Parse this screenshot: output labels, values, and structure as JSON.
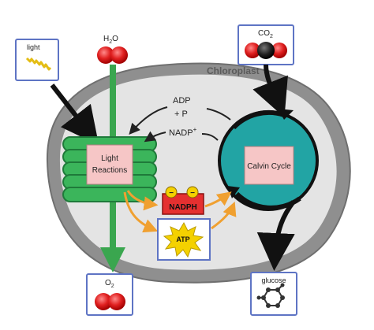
{
  "compartment_label": "Chloroplast",
  "inputs": {
    "light": "light",
    "water_prefix": "H",
    "water_sub": "2",
    "water_suffix": "O",
    "co2_prefix": "CO",
    "co2_sub": "2"
  },
  "outputs": {
    "oxygen_prefix": "O",
    "oxygen_sub": "2",
    "glucose": "glucose"
  },
  "processes": {
    "light_reactions_line1": "Light",
    "light_reactions_line2": "Reactions",
    "calvin_cycle": "Calvin Cycle"
  },
  "molecules": {
    "adp_line1": "ADP",
    "adp_line2": "+ P",
    "nadp_base": "NADP",
    "nadp_sup": "+",
    "nadph": "NADPH",
    "atp": "ATP",
    "minus": "−"
  },
  "colors": {
    "chloroplast_outer": "#8f8f8f",
    "chloroplast_inner": "#e4e4e4",
    "thylakoid_green": "#3bb55b",
    "calvin_teal": "#22a4a4",
    "process_box": "#f6c6c6",
    "water_arrow": "#3aa64f",
    "energy_arrow": "#f0a030",
    "nadph_red": "#e53030",
    "atp_yellow": "#f4d100",
    "input_box_border": "#5e74c4"
  }
}
